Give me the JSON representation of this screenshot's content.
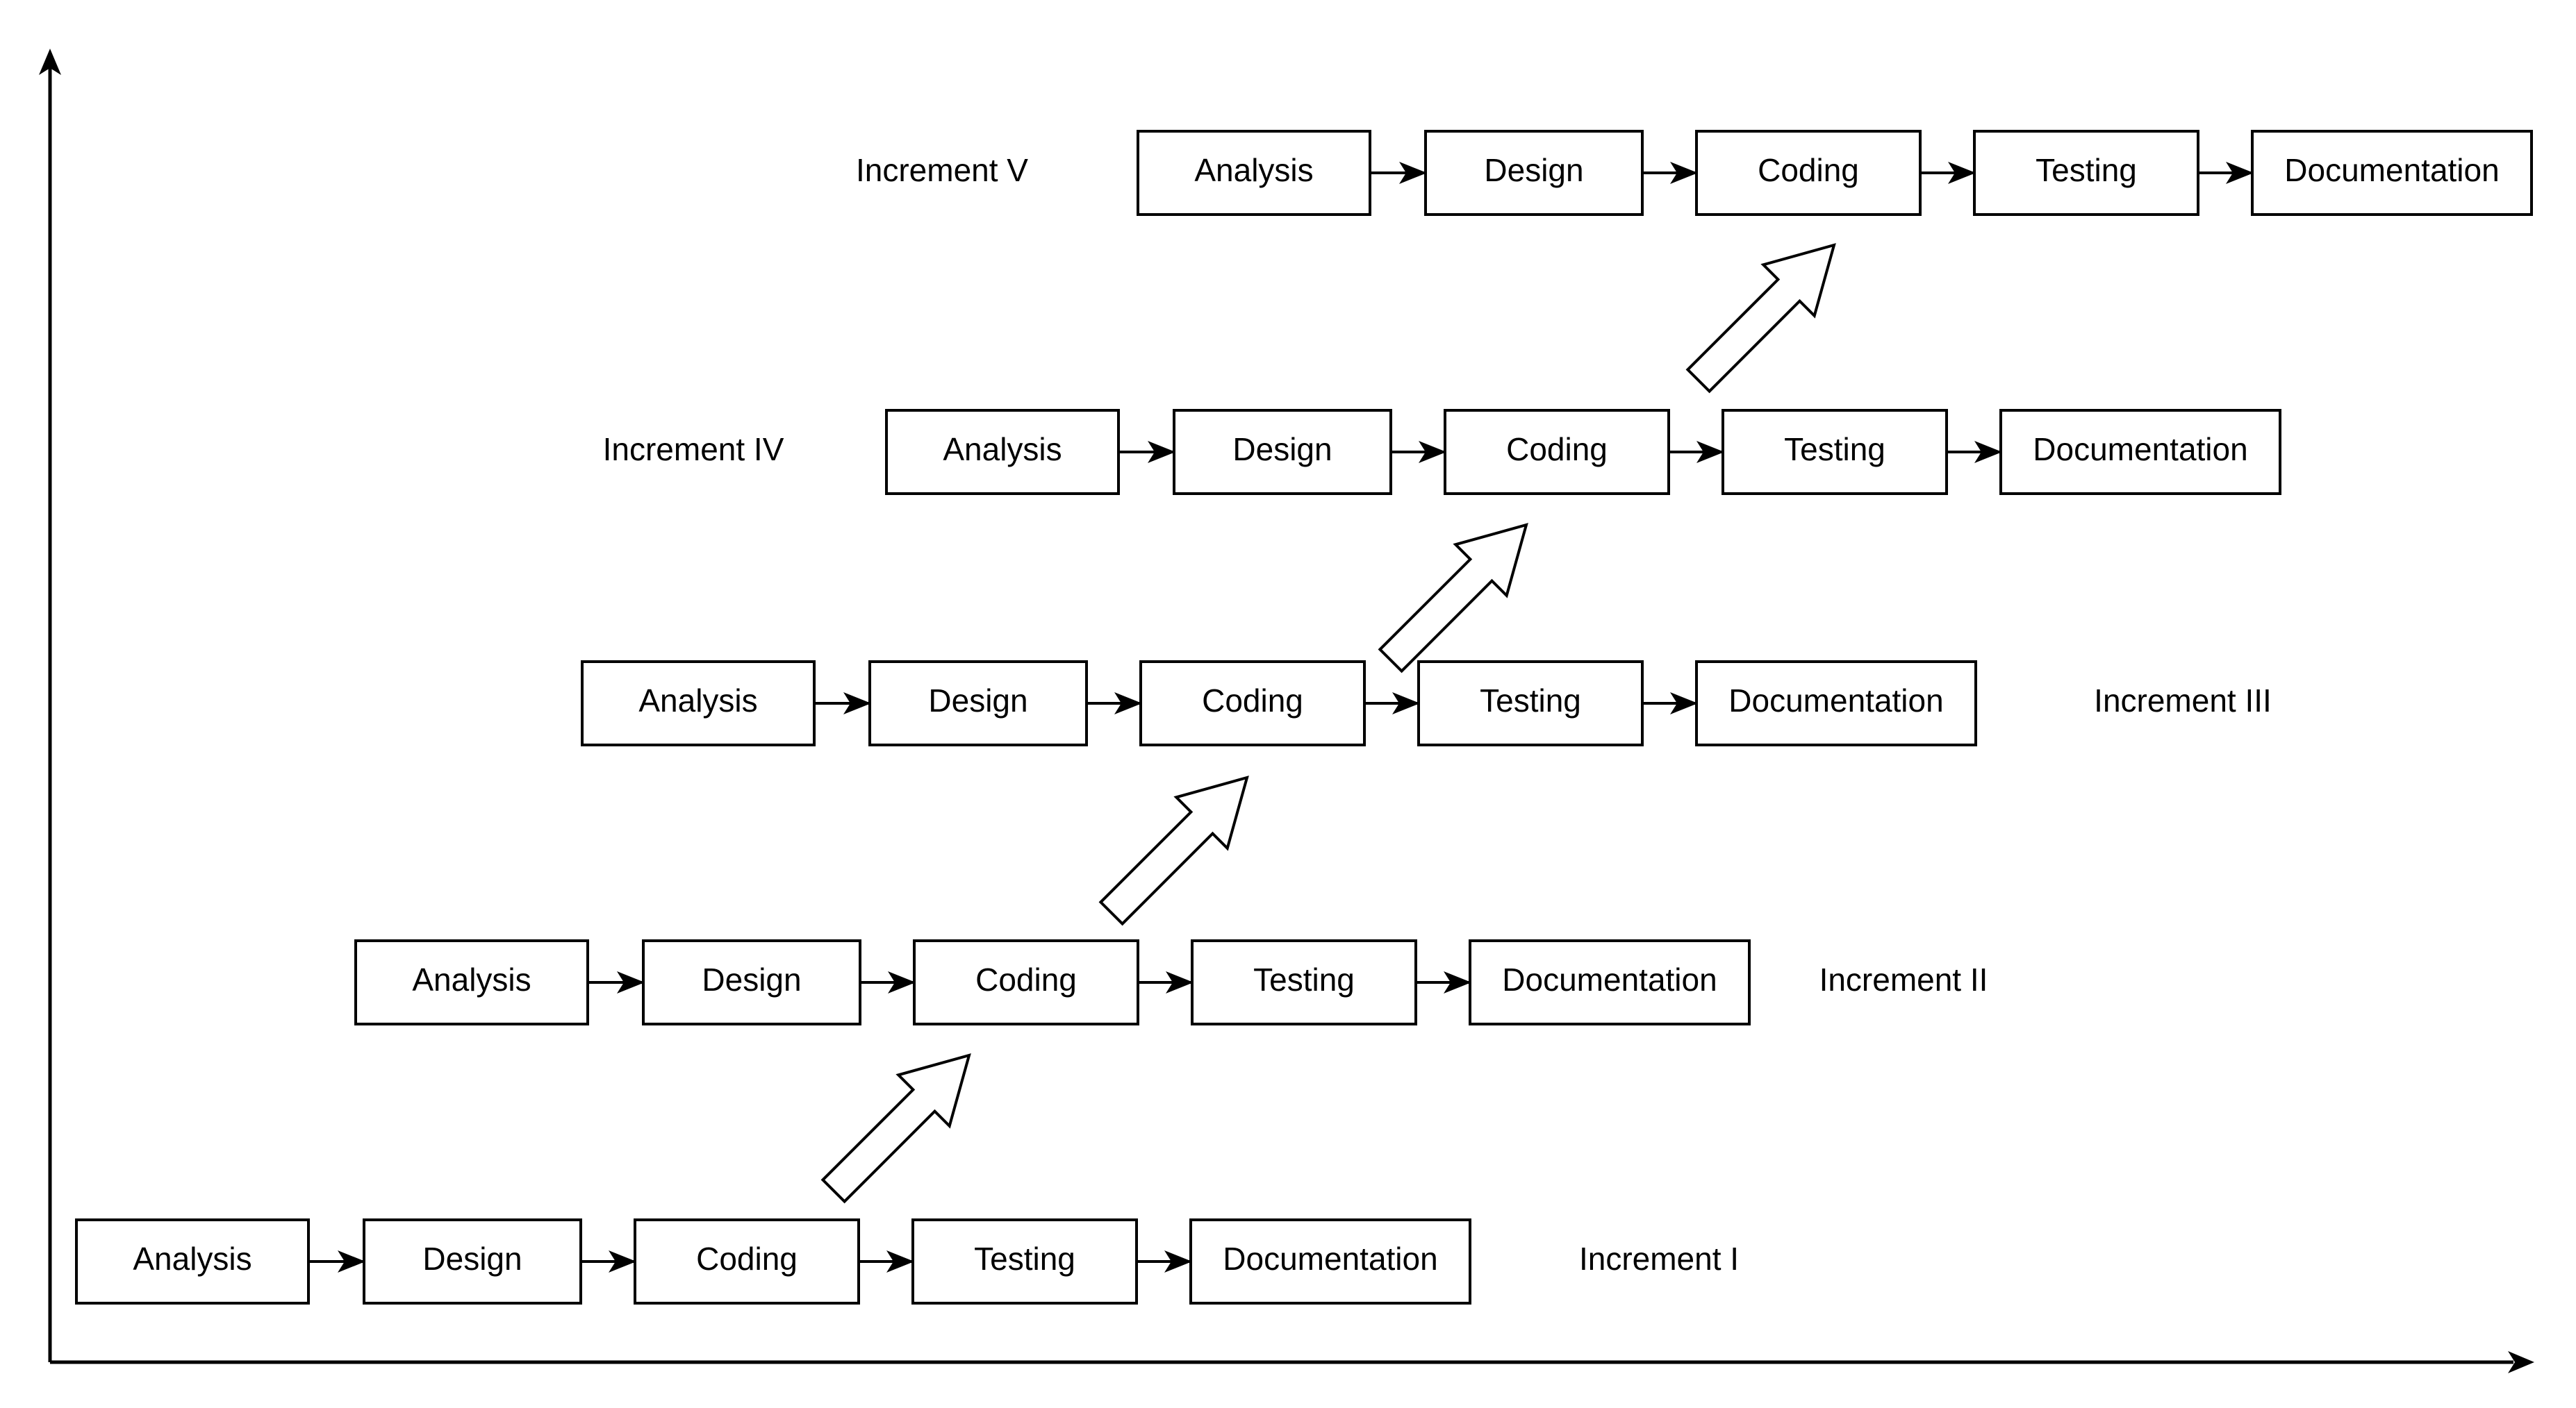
{
  "diagram": {
    "stroke_color": "#000000",
    "fill_color": "#ffffff",
    "increments": [
      {
        "label": "Increment I",
        "stages": [
          "Analysis",
          "Design",
          "Coding",
          "Testing",
          "Documentation"
        ]
      },
      {
        "label": "Increment II",
        "stages": [
          "Analysis",
          "Design",
          "Coding",
          "Testing",
          "Documentation"
        ]
      },
      {
        "label": "Increment III",
        "stages": [
          "Analysis",
          "Design",
          "Coding",
          "Testing",
          "Documentation"
        ]
      },
      {
        "label": "Increment IV",
        "stages": [
          "Analysis",
          "Design",
          "Coding",
          "Testing",
          "Documentation"
        ]
      },
      {
        "label": "Increment V",
        "stages": [
          "Analysis",
          "Design",
          "Coding",
          "Testing",
          "Documentation"
        ]
      }
    ]
  }
}
